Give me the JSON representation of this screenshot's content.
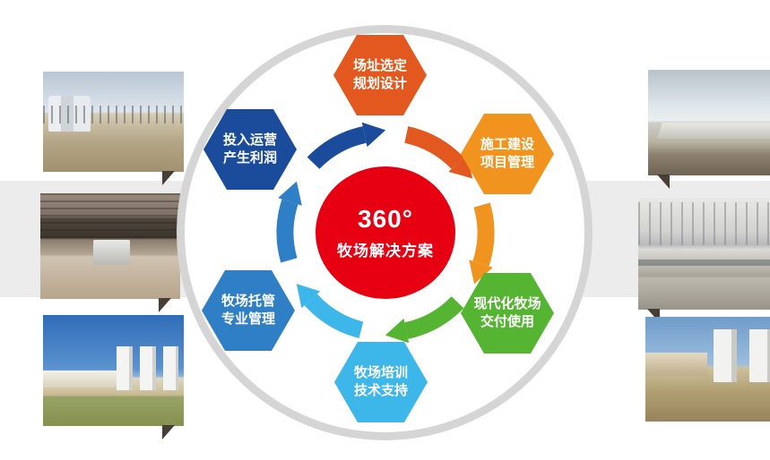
{
  "page": {
    "background_color": "#ffffff",
    "band_color": "#ececec"
  },
  "diagram": {
    "ring_color": "#d5d5d5",
    "center": {
      "line1": "360°",
      "line2": "牧场解决方案",
      "color": "#e60012",
      "text_color": "#ffffff"
    },
    "nodes": [
      {
        "name": "site-selection-planning",
        "line1": "场址选定",
        "line2": "规划设计",
        "color": "#e2581f"
      },
      {
        "name": "construction-project-management",
        "line1": "施工建设",
        "line2": "项目管理",
        "color": "#f0941f"
      },
      {
        "name": "modern-farm-delivery",
        "line1": "现代化牧场",
        "line2": "交付使用",
        "color": "#55b431"
      },
      {
        "name": "farm-training-support",
        "line1": "牧场培训",
        "line2": "技术支持",
        "color": "#3db6e9"
      },
      {
        "name": "farm-trusteeship-management",
        "line1": "牧场托管",
        "line2": "专业管理",
        "color": "#2e7fc5"
      },
      {
        "name": "operation-profit",
        "line1": "投入运营",
        "line2": "产生利润",
        "color": "#1b4b9b"
      }
    ]
  },
  "photos": [
    {
      "name": "photo-farm-construction-steel-frame"
    },
    {
      "name": "photo-barn-interior-dark"
    },
    {
      "name": "photo-farm-buildings-with-silos"
    },
    {
      "name": "photo-concrete-foundation-site"
    },
    {
      "name": "photo-barn-interior-bright"
    },
    {
      "name": "photo-feed-silos-and-barn"
    }
  ]
}
